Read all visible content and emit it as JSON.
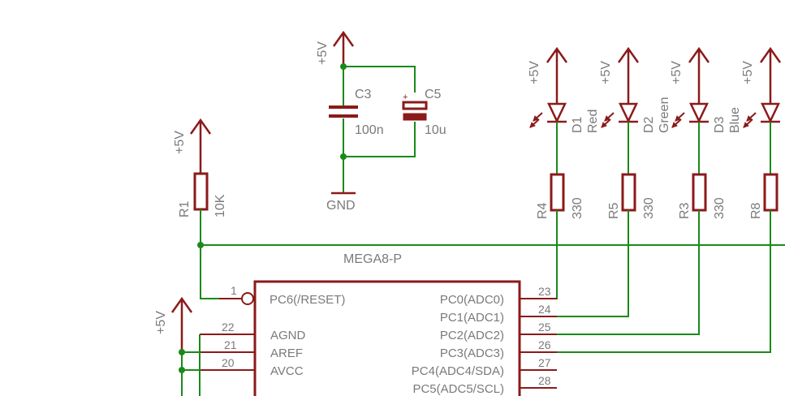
{
  "supply": {
    "vcc_label": "+5V",
    "gnd_label": "GND"
  },
  "caps": {
    "c3": {
      "name": "C3",
      "value": "100n"
    },
    "c5": {
      "name": "C5",
      "value": "10u",
      "polarity": "+"
    }
  },
  "resistors": {
    "r1": {
      "name": "R1",
      "value": "10K"
    },
    "r4": {
      "name": "R4",
      "value": "330"
    },
    "r5": {
      "name": "R5",
      "value": "330"
    },
    "r3": {
      "name": "R3",
      "value": "330"
    },
    "r8": {
      "name": "R8",
      "value": "330"
    }
  },
  "leds": {
    "d1": {
      "name": "D1",
      "color": "Red"
    },
    "d2": {
      "name": "D2",
      "color": "Green"
    },
    "d3": {
      "name": "D3",
      "color": "Blue"
    }
  },
  "mcu": {
    "name": "MEGA8-P",
    "left_pins": [
      {
        "num": "1",
        "label": "PC6(/RESET)"
      },
      {
        "num": "22",
        "label": "AGND"
      },
      {
        "num": "21",
        "label": "AREF"
      },
      {
        "num": "20",
        "label": "AVCC"
      }
    ],
    "right_pins": [
      {
        "num": "23",
        "label": "PC0(ADC0)"
      },
      {
        "num": "24",
        "label": "PC1(ADC1)"
      },
      {
        "num": "25",
        "label": "PC2(ADC2)"
      },
      {
        "num": "26",
        "label": "PC3(ADC3)"
      },
      {
        "num": "27",
        "label": "PC4(ADC4/SDA)"
      },
      {
        "num": "28",
        "label": "PC5(ADC5/SCL)"
      }
    ]
  },
  "colors": {
    "wire": "#1a8a1a",
    "part": "#8b1a1a",
    "text": "#7a7a7a"
  }
}
